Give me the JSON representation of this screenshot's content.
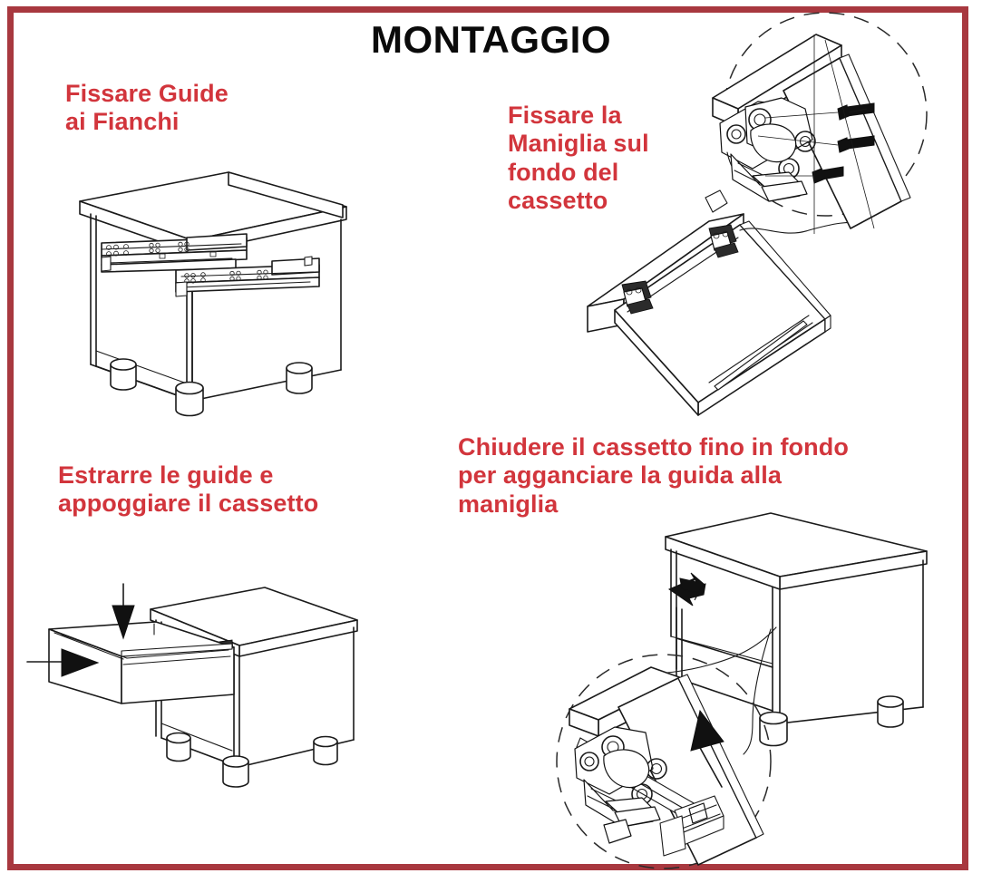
{
  "document": {
    "title": "MONTAGGIO",
    "language": "it",
    "border_color": "#a8383f",
    "caption_color": "#d2353c",
    "title_color": "#0a0a0a",
    "background_color": "#ffffff"
  },
  "steps": [
    {
      "id": "step-1",
      "caption": "Fissare Guide\nai Fianchi",
      "illustration": "cabinet-carcass-with-drawer-slides",
      "elements": [
        "cabinet-top-panel",
        "cabinet-side-panel",
        "drawer-slide-left",
        "drawer-slide-right",
        "adjustable-foot"
      ]
    },
    {
      "id": "step-2",
      "caption": "Fissare la\nManiglia sul\nfondo del\ncassetto",
      "illustration": "drawer-box-underside-with-handle-brackets",
      "elements": [
        "drawer-box",
        "handle-bracket",
        "detail-circle",
        "screw"
      ]
    },
    {
      "id": "step-3",
      "caption": "Estrarre le guide e\nappoggiare il cassetto",
      "illustration": "cabinet-with-drawer-lowered-onto-slides",
      "elements": [
        "cabinet",
        "drawer-box",
        "down-arrow",
        "right-arrow",
        "adjustable-foot"
      ]
    },
    {
      "id": "step-4",
      "caption": "Chiudere il cassetto fino in fondo\nper agganciare la guida alla\nmaniglia",
      "illustration": "closed-cabinet-with-hook-engagement-detail",
      "elements": [
        "cabinet",
        "push-pull-arrow",
        "detail-circle",
        "handle-bracket",
        "slide-hook",
        "pointer-arrow"
      ]
    }
  ]
}
